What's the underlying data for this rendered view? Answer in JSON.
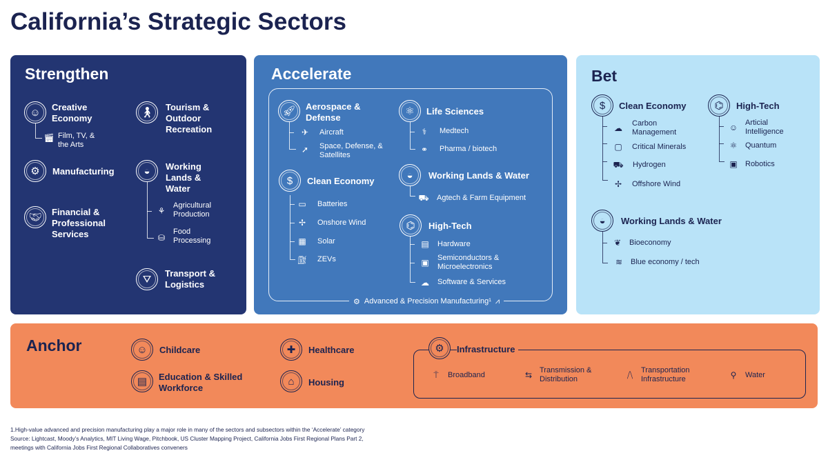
{
  "title": "California’s Strategic Sectors",
  "colors": {
    "strengthen": "#233572",
    "accelerate": "#4178bb",
    "bet": "#b9e3f8",
    "anchor": "#f2895a",
    "text": "#1b2350"
  },
  "strengthen": {
    "title": "Strengthen",
    "creative": "Creative Economy",
    "film": "Film, TV, & the Arts",
    "manufacturing": "Manufacturing",
    "financial": "Financial & Professional Services",
    "tourism": "Tourism & Outdoor Recreation",
    "working": "Working Lands & Water",
    "ag": "Agricultural Production",
    "food": "Food Processing",
    "transport": "Transport & Logistics"
  },
  "accelerate": {
    "title": "Accelerate",
    "aero": "Aerospace & Defense",
    "aircraft": "Aircraft",
    "space": "Space, Defense, & Satellites",
    "clean": "Clean Economy",
    "batteries": "Batteries",
    "onshore": "Onshore Wind",
    "solar": "Solar",
    "zevs": "ZEVs",
    "life": "Life Sciences",
    "medtech": "Medtech",
    "pharma": "Pharma / biotech",
    "working": "Working Lands & Water",
    "agtech": "Agtech & Farm Equipment",
    "hightech": "High-Tech",
    "hardware": "Hardware",
    "semi": "Semiconductors & Microelectronics",
    "software": "Software & Services",
    "advanced": "Advanced & Precision Manufacturing¹"
  },
  "bet": {
    "title": "Bet",
    "clean": "Clean Economy",
    "carbon": "Carbon Management",
    "minerals": "Critical Minerals",
    "hydrogen": "Hydrogen",
    "offshore": "Offshore Wind",
    "hightech": "High-Tech",
    "ai": "Articial Intelligence",
    "quantum": "Quantum",
    "robotics": "Robotics",
    "working": "Working Lands & Water",
    "bio": "Bioeconomy",
    "blue": "Blue economy / tech"
  },
  "anchor": {
    "title": "Anchor",
    "childcare": "Childcare",
    "education": "Education & Skilled Workforce",
    "healthcare": "Healthcare",
    "housing": "Housing",
    "infrastructure": "Infrastructure",
    "broadband": "Broadband",
    "transmission": "Transmission & Distribution",
    "transportation": "Transportation Infrastructure",
    "water": "Water"
  },
  "footnote": [
    "1.High-value advanced and precision manufacturing play a major role in many of the sectors and subsectors within the ‘Accelerate’ category",
    "Source: Lightcast, Moody’s Analytics, MIT Living Wage, Pitchbook, US Cluster Mapping Project, California Jobs First Regional Plans Part 2,",
    "meetings with California Jobs First Regional Collaboratives conveners"
  ]
}
